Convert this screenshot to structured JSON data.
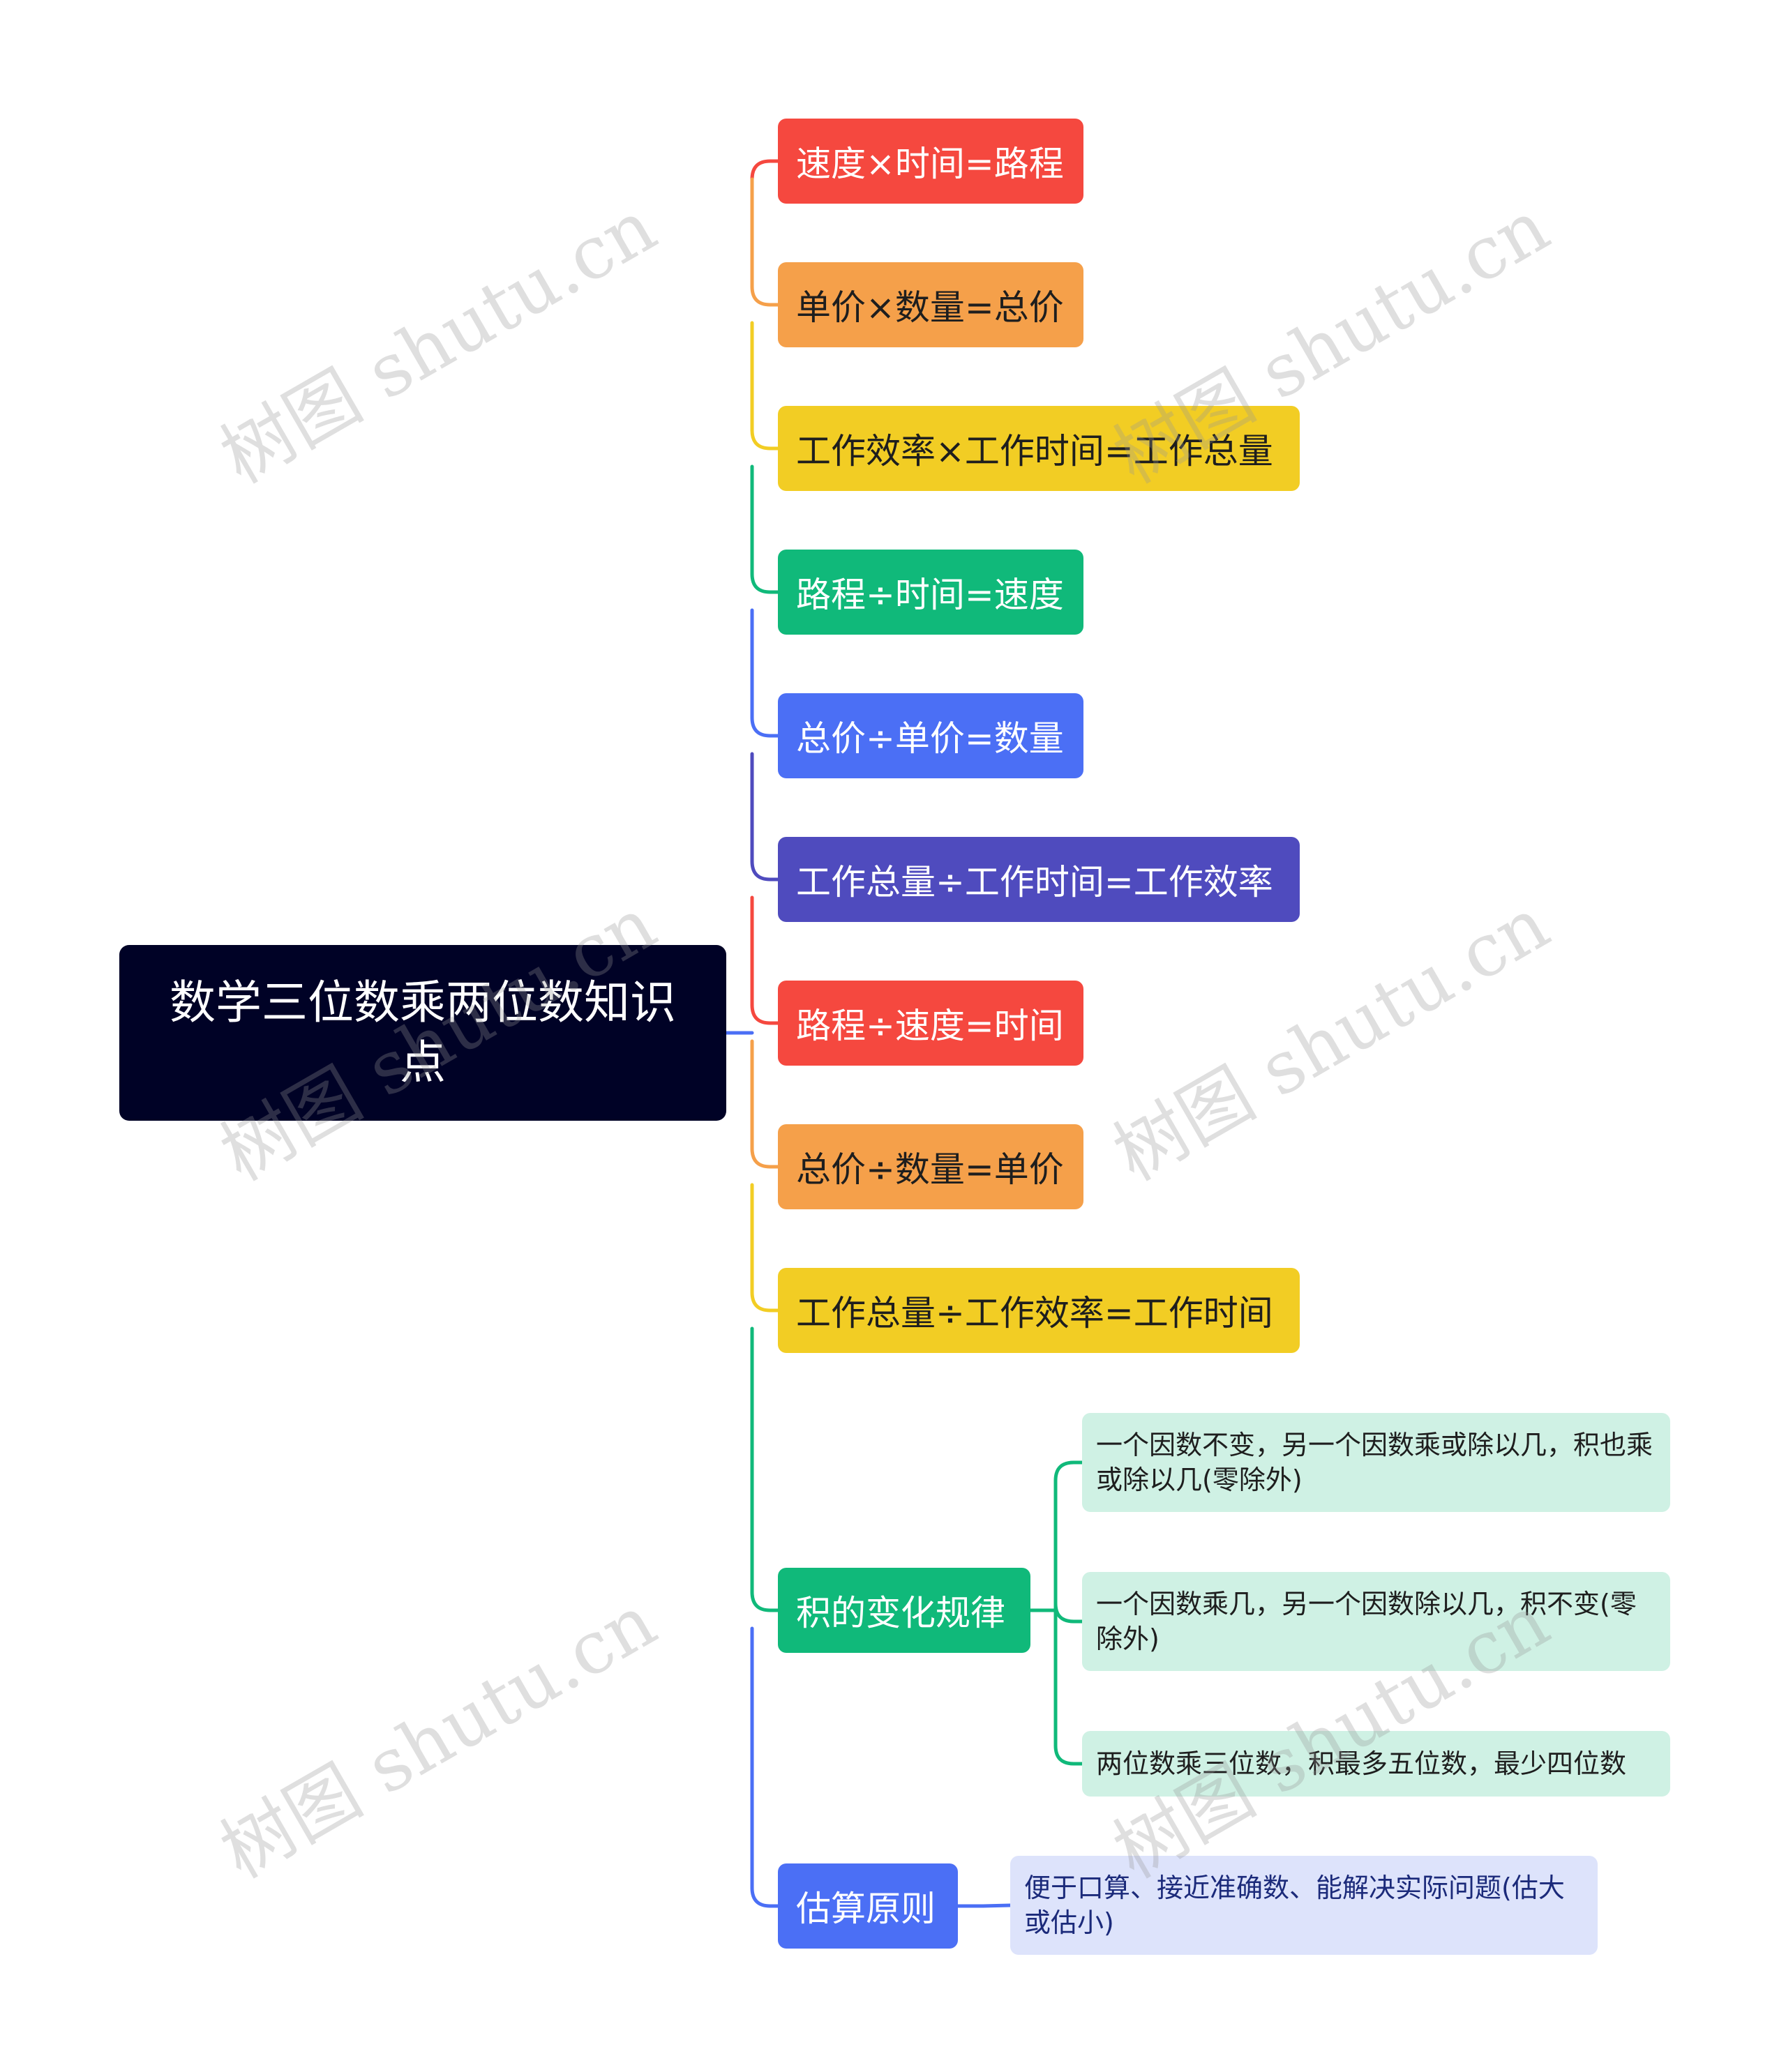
{
  "colors": {
    "root_bg": "#000226",
    "red": "#F5483F",
    "orange": "#F5A04A",
    "yellow": "#F2CD24",
    "green": "#10B97A",
    "blue": "#4B6FF5",
    "purple": "#4F4BBE",
    "leaf_green_bg": "#CFF1E4",
    "leaf_blue_bg": "#DDE3FB"
  },
  "root": {
    "text": "数学三位数乘两位数知识点"
  },
  "branches": [
    {
      "id": "b0",
      "text": "速度×时间=路程",
      "color": "red"
    },
    {
      "id": "b1",
      "text": "单价×数量=总价",
      "color": "orange"
    },
    {
      "id": "b2",
      "text": "工作效率×工作时间=工作总量",
      "color": "yellow"
    },
    {
      "id": "b3",
      "text": "路程÷时间=速度",
      "color": "green"
    },
    {
      "id": "b4",
      "text": "总价÷单价=数量",
      "color": "blue"
    },
    {
      "id": "b5",
      "text": "工作总量÷工作时间=工作效率",
      "color": "purple"
    },
    {
      "id": "b6",
      "text": "路程÷速度=时间",
      "color": "red"
    },
    {
      "id": "b7",
      "text": "总价÷数量=单价",
      "color": "orange"
    },
    {
      "id": "b8",
      "text": "工作总量÷工作效率=工作时间",
      "color": "yellow"
    },
    {
      "id": "b9",
      "text": "积的变化规律",
      "color": "green",
      "children": [
        {
          "text": "一个因数不变，另一个因数乘或除以几，积也乘或除以几(零除外)"
        },
        {
          "text": "一个因数乘几，另一个因数除以几，积不变(零除外)"
        },
        {
          "text": "两位数乘三位数，积最多五位数，最少四位数"
        }
      ]
    },
    {
      "id": "b10",
      "text": "估算原则",
      "color": "blue",
      "children": [
        {
          "text": "便于口算、接近准确数、能解决实际问题(估大或估小)"
        }
      ]
    }
  ],
  "watermark": {
    "text": "树图 shutu.cn"
  }
}
